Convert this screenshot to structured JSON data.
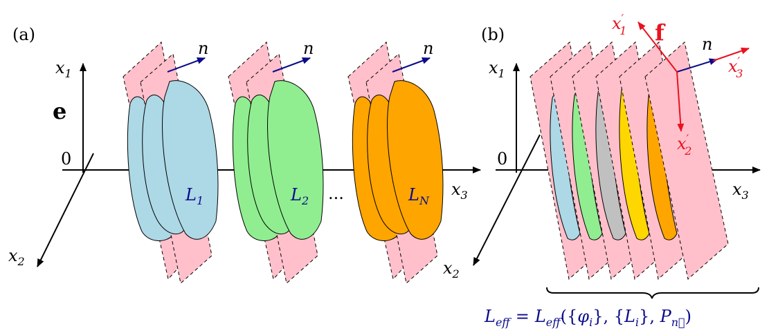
{
  "panel_a": {
    "label": "(a)",
    "axis_x1": "x",
    "axis_x1_sub": "1",
    "axis_x2": "x",
    "axis_x2_sub": "2",
    "axis_x3": "x",
    "axis_x3_sub": "3",
    "origin": "0",
    "vector_e": "e",
    "normal": "n",
    "layers": [
      {
        "name": "L",
        "sub": "1",
        "color": "#add8e6"
      },
      {
        "name": "L",
        "sub": "2",
        "color": "#90ee90"
      },
      {
        "name": "L",
        "sub": "N",
        "color": "#ffa500"
      }
    ],
    "ellipsis": "..."
  },
  "panel_b": {
    "label": "(b)",
    "axis_x1": "x",
    "axis_x1_sub": "1",
    "axis_x2": "x",
    "axis_x2_sub": "2",
    "axis_x3": "x",
    "axis_x3_sub": "3",
    "origin": "0",
    "vector_f": "f",
    "normal": "n",
    "rot_x1": "x",
    "rot_x1_sub": "1",
    "rot_x2": "x",
    "rot_x2_sub": "2",
    "rot_x3": "x",
    "rot_x3_sub": "3",
    "prime": "′",
    "layer_colors": [
      "#add8e6",
      "#90ee90",
      "#c0c0c0",
      "#ffd700",
      "#ffa500"
    ]
  },
  "formula": {
    "lhs": "L",
    "lhs_sub": "eff",
    "eq": "=",
    "rhs_fn": "L",
    "rhs_fn_sub": "eff",
    "open": "({",
    "phi": "φ",
    "phi_sub": "i",
    "mid": "}, {",
    "li": "L",
    "li_sub": "i",
    "close_set": "}, ",
    "p": "P",
    "p_sub": "n⃗",
    "close": ")"
  },
  "colors": {
    "plane_fill": "#ffc0cb",
    "normal_arrow": "#0a0a8a",
    "rotated_axes": "#e8121f"
  }
}
